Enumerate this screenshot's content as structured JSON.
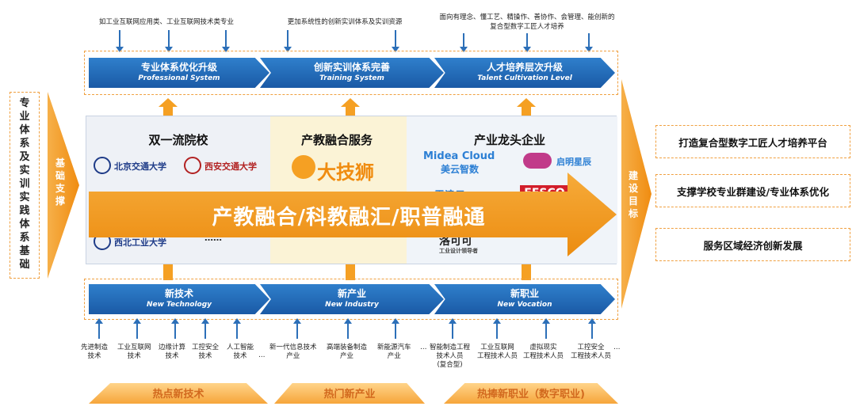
{
  "top_notes": [
    "如工业互联网应用类、工业互联网技术类专业",
    "更加系统性的创新实训体系及实训资源",
    "面向有理念、懂工艺、精操作、善协作、会管理、能创新的",
    "复合型数字工匠人才培养"
  ],
  "top_chevrons": [
    {
      "title": "专业体系优化升级",
      "subtitle": "Professional System"
    },
    {
      "title": "创新实训体系完善",
      "subtitle": "Training System"
    },
    {
      "title": "人才培养层次升级",
      "subtitle": "Talent Cultivation Level"
    }
  ],
  "left_panel": {
    "text": "专业体系及实训实践体系基础"
  },
  "left_arrow": {
    "text": "基础支撑"
  },
  "right_arrow": {
    "text": "建设目标"
  },
  "columns": [
    {
      "title": "双一流院校",
      "logos": [
        "北京交通大学",
        "西安交通大学",
        "西北工业大学",
        "……"
      ]
    },
    {
      "title": "产教融合服务",
      "logos": [
        "大技狮"
      ]
    },
    {
      "title": "产业龙头企业",
      "logos": [
        "Midea Cloud",
        "美云智数",
        "启明星辰",
        "雪浪云",
        "FESCO",
        "洛可可",
        "工业设计领导者"
      ]
    }
  ],
  "banner": {
    "text": "产教融合/科教融汇/职普融通"
  },
  "goals": [
    "打造复合型数字工匠人才培养平台",
    "支撑学校专业群建设/专业体系优化",
    "服务区域经济创新发展"
  ],
  "bottom_chevrons": [
    {
      "title": "新技术",
      "subtitle": "New Technology"
    },
    {
      "title": "新产业",
      "subtitle": "New Industry"
    },
    {
      "title": "新职业",
      "subtitle": "New Vocation"
    }
  ],
  "bottom_labels": {
    "tech": [
      "先进制造\n技术",
      "工业互联网\n技术",
      "边缘计算\n技术",
      "工控安全\n技术",
      "人工智能\n技术",
      "…"
    ],
    "industry": [
      "新一代信息技术\n产业",
      "高端装备制造\n产业",
      "新能源汽车\n产业",
      "…"
    ],
    "vocation": [
      "智能制造工程\n技术人员\n(复合型)",
      "工业互联网\n工程技术人员",
      "虚拟现实\n工程技术人员",
      "工控安全\n工程技术人员",
      "…"
    ]
  },
  "footers": [
    "热点新技术",
    "热门新产业",
    "热捧新职业（数字职业)"
  ]
}
